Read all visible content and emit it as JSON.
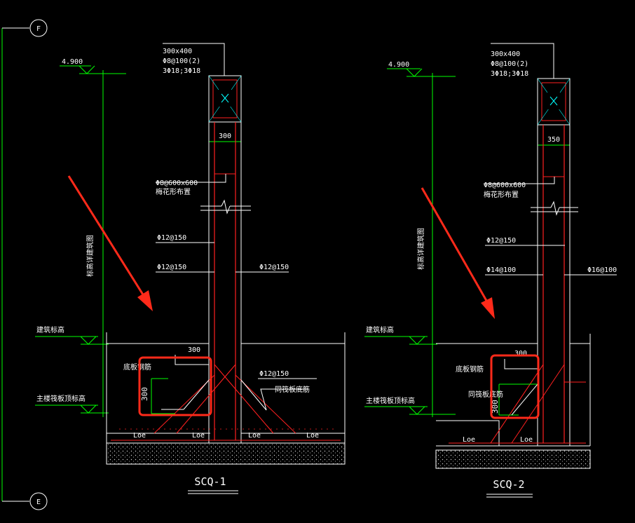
{
  "grid_axes": {
    "top": "F",
    "bottom": "E"
  },
  "detail_1": {
    "title": "SCQ-1",
    "elevation": "4.900",
    "beam": {
      "size": "300x400",
      "stirrup": "Φ8@100(2)",
      "bars": "3Φ18;3Φ18"
    },
    "wall_thickness": "300",
    "tie_bars": "Φ8@600x600",
    "tie_bars_note": "梅花形布置",
    "dim_vertical": "标高详建筑图",
    "horiz_bars_1": "Φ12@150",
    "horiz_bars_2": "Φ12@150",
    "vert_bars_right": "Φ12@150",
    "level_building": "建筑标高",
    "level_floor": "主楼筏板顶标高",
    "haunch_width": "300",
    "haunch_height": "300",
    "haunch_label": "底板钢筋",
    "bottom_bar": "Φ12@150",
    "bottom_bar_note": "同筏板底筋",
    "lap": [
      "Loe",
      "Loe",
      "Loe",
      "Loe"
    ]
  },
  "detail_2": {
    "title": "SCQ-2",
    "elevation": "4.900",
    "beam": {
      "size": "300x400",
      "stirrup": "Φ8@100(2)",
      "bars": "3Φ18;3Φ18"
    },
    "wall_thickness": "350",
    "tie_bars": "Φ8@600x600",
    "tie_bars_note": "梅花形布置",
    "dim_vertical": "标高详建筑图",
    "horiz_bars_1": "Φ12@150",
    "horiz_bars_2": "Φ14@100",
    "vert_bars_right": "Φ16@100",
    "level_building": "建筑标高",
    "level_floor": "主楼筏板顶标高",
    "haunch_width": "300",
    "haunch_height": "300",
    "haunch_label": "底板钢筋",
    "haunch_note": "同筏板底筋",
    "lap": [
      "Loe",
      "Loe"
    ]
  },
  "colors": {
    "background": "#000000",
    "rebar": "#ff2020",
    "dimension": "#00ff00",
    "text": "#ffffff",
    "highlight": "#ff2a1a",
    "column_marker": "#00ffff"
  }
}
